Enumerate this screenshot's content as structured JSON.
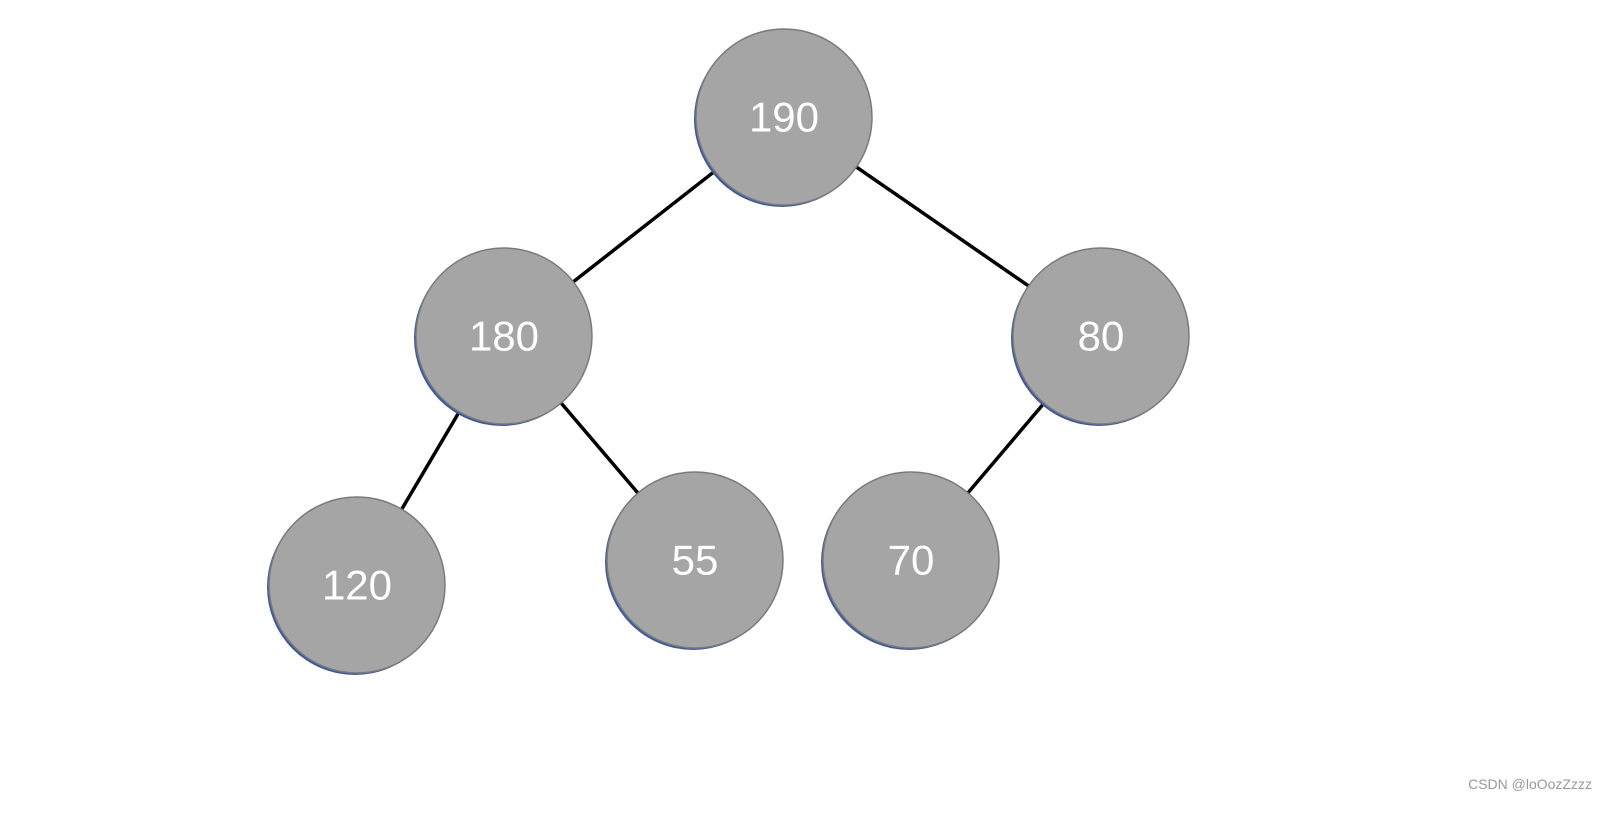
{
  "tree": {
    "nodes": [
      {
        "id": "n190",
        "label": "190"
      },
      {
        "id": "n180",
        "label": "180"
      },
      {
        "id": "n80",
        "label": "80"
      },
      {
        "id": "n120",
        "label": "120"
      },
      {
        "id": "n55",
        "label": "55"
      },
      {
        "id": "n70",
        "label": "70"
      }
    ],
    "edges": [
      {
        "from": "n190",
        "to": "n180"
      },
      {
        "from": "n190",
        "to": "n80"
      },
      {
        "from": "n180",
        "to": "n120"
      },
      {
        "from": "n180",
        "to": "n55"
      },
      {
        "from": "n80",
        "to": "n70"
      }
    ]
  },
  "colors": {
    "node_fill": "#a5a5a5",
    "node_outline": "#7a7a7a",
    "node_shadow": "#3d5a9e",
    "node_text": "#ffffff",
    "edge": "#000000"
  },
  "watermark": "CSDN @loOozZzzz"
}
